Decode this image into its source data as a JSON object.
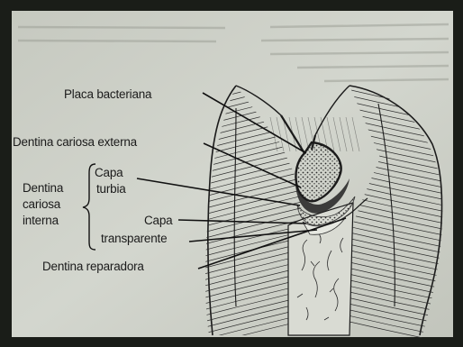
{
  "labels": {
    "placa": "Placa bacteriana",
    "externa": "Dentina cariosa externa",
    "interna_1": "Dentina",
    "interna_2": "cariosa",
    "interna_3": "interna",
    "turbia_1": "Capa",
    "turbia_2": "turbia",
    "transp_1": "Capa",
    "transp_2": "transparente",
    "reparadora": "Dentina reparadora"
  },
  "colors": {
    "frame": "#1a1d18",
    "paper": "#cfd2ca",
    "ink": "#1b1b1b"
  }
}
